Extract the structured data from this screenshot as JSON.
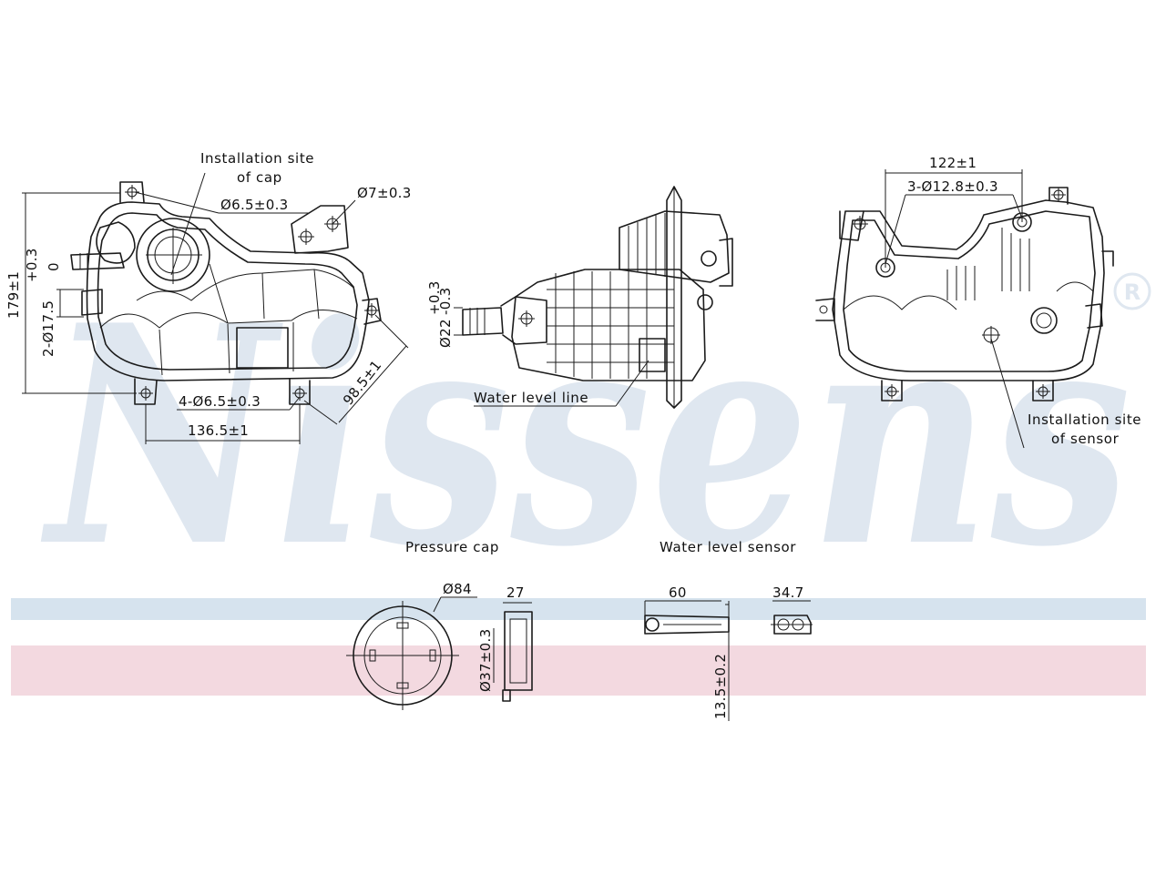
{
  "brand": {
    "watermark": "Nissens",
    "registered_mark": "®",
    "stripe_blue": "#d6e3ee",
    "stripe_red": "#f3d9e0",
    "watermark_color": "#dfe7f0"
  },
  "labels": {
    "cap_site_line1": "Installation site",
    "cap_site_line2": "of cap",
    "water_level_line": "Water level line",
    "sensor_site_line1": "Installation site",
    "sensor_site_line2": "of sensor",
    "pressure_cap": "Pressure cap",
    "water_level_sensor": "Water level  sensor"
  },
  "dims": {
    "left_hole_6_5": "Ø6.5±0.3",
    "left_hole_7": "Ø7±0.3",
    "left_height": "179±1",
    "left_tol": "+0.3",
    "left_tol_low": "0",
    "left_pipe": "2-Ø17.5",
    "left_holes_4": "4-Ø6.5±0.3",
    "left_width": "136.5±1",
    "left_diag": "98.5±1",
    "mid_tol": "+0.3",
    "mid_tol_low": "-0.3",
    "mid_pipe": "Ø22",
    "right_width": "122±1",
    "right_holes": "3-Ø12.8±0.3",
    "cap_dia": "Ø84",
    "cap_height": "27",
    "cap_inner": "Ø37±0.3",
    "sensor_len": "60",
    "sensor_w": "34.7",
    "sensor_h": "13.5±0.2"
  }
}
